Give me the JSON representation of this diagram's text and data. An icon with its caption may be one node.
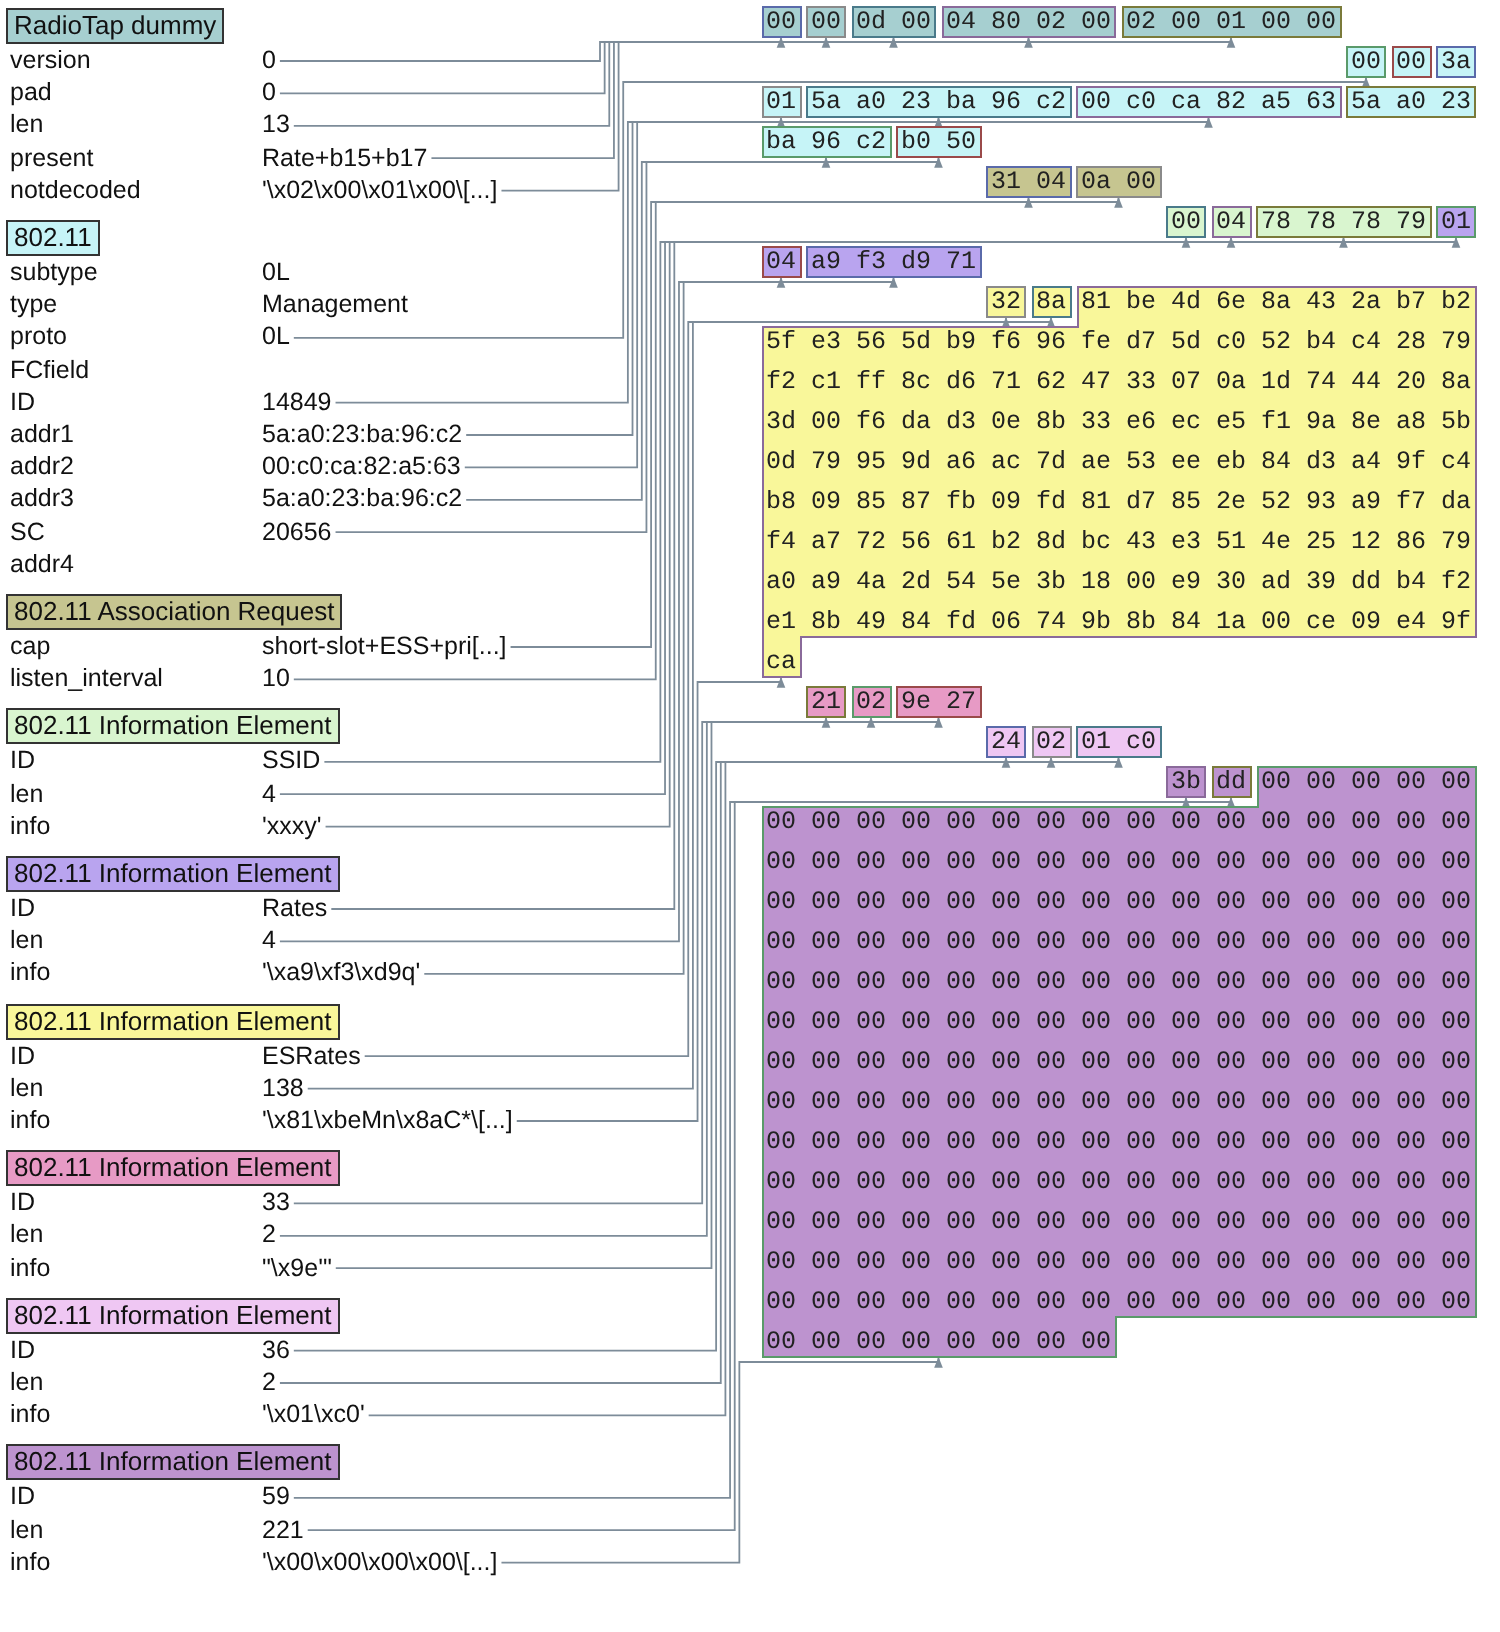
{
  "diagram": {
    "nodes": [
      {
        "text": [
          "RadioTap dummy"
        ]
      },
      {
        "text": [
          "0"
        ]
      },
      {
        "text": [
          "0"
        ]
      },
      {
        "text": [
          "13"
        ]
      },
      {
        "text": [
          "Rate+b15+b17"
        ]
      },
      {
        "text": [
          "'\\x02\\x00\\x01\\x00\\[...]"
        ]
      },
      {
        "text": [
          "802.11"
        ]
      },
      {
        "text": [
          "0L"
        ]
      },
      {
        "text": [
          "14849"
        ]
      },
      {
        "text": [
          "5a:a0:23:ba:96:c2"
        ]
      },
      {
        "text": [
          "00:c0:ca:82:a5:63"
        ]
      },
      {
        "text": [
          "5a:a0:23:ba:96:c2"
        ]
      },
      {
        "text": [
          "20656"
        ]
      },
      {
        "text": [
          "802.11 Association Request"
        ]
      },
      {
        "text": [
          "short-slot+ESS+pri[...]"
        ]
      },
      {
        "text": [
          "10"
        ]
      },
      {
        "text": [
          "802.11 Information Element"
        ]
      },
      {
        "text": [
          "SSID"
        ]
      },
      {
        "text": [
          "4"
        ]
      },
      {
        "text": [
          "'xxxy'"
        ]
      },
      {
        "text": [
          "802.11 Information Element"
        ]
      },
      {
        "text": [
          "Rates"
        ]
      },
      {
        "text": [
          "4"
        ]
      },
      {
        "text": [
          "'\\xa9\\xf3\\xd9q'"
        ]
      },
      {
        "text": [
          "802.11 Information Element"
        ]
      },
      {
        "text": [
          "ESRates"
        ]
      },
      {
        "text": [
          "138"
        ]
      },
      {
        "text": [
          "'\\x81\\xbeMn\\x8aC*\\[...]"
        ]
      },
      {
        "text": [
          "802.11 Information Element"
        ]
      },
      {
        "text": [
          "33"
        ]
      },
      {
        "text": [
          "2"
        ]
      },
      {
        "text": [
          "\"\\x9e'\""
        ]
      },
      {
        "text": [
          "802.11 Information Element"
        ]
      },
      {
        "text": [
          "36"
        ]
      },
      {
        "text": [
          "2"
        ]
      },
      {
        "text": [
          "'\\x01\\xc0'"
        ]
      },
      {
        "text": [
          "802.11 Information Element"
        ]
      },
      {
        "text": [
          "59"
        ]
      },
      {
        "text": [
          "221"
        ]
      },
      {
        "text": [
          "'\\x00\\x00\\x00\\x00\\[...]"
        ]
      },
      {
        "text": [
          "00"
        ]
      },
      {
        "text": [
          "00"
        ]
      },
      {
        "text": [
          "0d 00"
        ]
      },
      {
        "text": [
          "04 80 02 00"
        ]
      },
      {
        "text": [
          "02 00 01 00 00"
        ]
      },
      {
        "text": [
          "00"
        ]
      },
      {
        "text": [
          "00"
        ]
      },
      {
        "text": [
          "3a"
        ]
      },
      {
        "text": [
          "01"
        ]
      },
      {
        "text": [
          "5a a0 23 ba 96 c2"
        ]
      },
      {
        "text": [
          "00 c0 ca 82 a5 63"
        ]
      },
      {
        "text": [
          "5a a0 23"
        ]
      },
      {
        "text": [
          "ba 96 c2"
        ]
      },
      {
        "text": [
          "b0 50"
        ]
      },
      {
        "text": [
          "31 04"
        ]
      },
      {
        "text": [
          "0a 00"
        ]
      },
      {
        "text": [
          "00"
        ]
      },
      {
        "text": [
          "04"
        ]
      },
      {
        "text": [
          "78 78 78 79"
        ]
      },
      {
        "text": [
          "01"
        ]
      },
      {
        "text": [
          "04"
        ]
      },
      {
        "text": [
          "a9 f3 d9 71"
        ]
      },
      {
        "text": [
          "32"
        ]
      },
      {
        "text": [
          "8a"
        ]
      },
      {
        "text": [
          "81 be 4d 6e 8a 43 2a b7 b2 5f e3 56 5d b9 f6 96 fe d7 5d c0 52 b4 c4 28 79 f2 c1 ff 8c d6 71 62 47 33 07 0a 1d 74 44 20 8a 3d 00 f6 da d3 0e 8b 33 e6 ec e5 f1 9a 8e a8 5b 0d 79 95 9d a6 ac 7d ae 53 ee eb 84 d3 a4 9f c4 b8 09 85 87 fb 09 fd 81 d7 85 2e 52 93 a9 f7 da f4 a7 72 56 61 b2 8d bc 43 e3 51 4e 25 12 86 79 a0 a9 4a 2d 54 5e 3b 18 00 e9 30 ad 39 dd b4 f2 e1 8b 49 84 fd 06 74 9b 8b 84 1a 00 ce 09 e4 9f ca"
        ]
      },
      {
        "text": [
          "21"
        ]
      },
      {
        "text": [
          "02"
        ]
      },
      {
        "text": [
          "9e 27"
        ]
      },
      {
        "text": [
          "24"
        ]
      },
      {
        "text": [
          "02"
        ]
      },
      {
        "text": [
          "01 c0"
        ]
      },
      {
        "text": [
          "3b"
        ]
      },
      {
        "text": [
          "dd"
        ]
      },
      {
        "text": [
          "00 00 00 00 00 00 00 00 00 00 00 00 00 00 00 00 00 00 00 00 00 00 00 00 00 00 00 00 00 00 00 00 00 00 00 00 00 00 00 00 00 00 00 00 00 00 00 00 00 00 00 00 00 00 00 00 00 00 00 00 00 00 00 00 00 00 00 00 00 00 00 00 00 00 00 00 00 00 00 00 00 00 00 00 00 00 00 00 00 00 00 00 00 00 00 00 00 00 00 00 00 00 00 00 00 00 00 00 00 00 00 00 00 00 00 00 00 00 00 00 00 00 00 00 00 00 00 00 00 00 00 00 00 00 00 00 00 00 00 00 00 00 00 00 00 00 00 00 00 00 00 00 00 00 00 00 00 00 00 00 00 00 00 00 00 00 00 00 00 00 00 00 00 00 00 00 00 00 00 00 00 00 00 00 00 00 00 00 00 00 00 00 00 00 00 00 00 00 00 00 00 00 00 00 00 00 00 00 00 00 00 00 00 00 00 00 00 00 00 00 00"
        ]
      }
    ],
    "edges": [
      {
        "from": 1,
        "to": 40,
        "arrow": "to"
      },
      {
        "from": 2,
        "to": 41,
        "arrow": "to"
      },
      {
        "from": 3,
        "to": 42,
        "arrow": "to"
      },
      {
        "from": 4,
        "to": 43,
        "arrow": "to"
      },
      {
        "from": 5,
        "to": 44,
        "arrow": "to"
      },
      {
        "from": 7,
        "to": 45,
        "arrow": "to"
      },
      {
        "from": 8,
        "to": 48,
        "arrow": "to"
      },
      {
        "from": 9,
        "to": 49,
        "arrow": "to"
      },
      {
        "from": 10,
        "to": 50,
        "arrow": "to"
      },
      {
        "from": 11,
        "to": 52,
        "arrow": "to"
      },
      {
        "from": 12,
        "to": 53,
        "arrow": "to"
      },
      {
        "from": 14,
        "to": 54,
        "arrow": "to"
      },
      {
        "from": 15,
        "to": 55,
        "arrow": "to"
      },
      {
        "from": 17,
        "to": 56,
        "arrow": "to"
      },
      {
        "from": 18,
        "to": 57,
        "arrow": "to"
      },
      {
        "from": 19,
        "to": 58,
        "arrow": "to"
      },
      {
        "from": 21,
        "to": 59,
        "arrow": "to"
      },
      {
        "from": 22,
        "to": 60,
        "arrow": "to"
      },
      {
        "from": 23,
        "to": 61,
        "arrow": "to"
      },
      {
        "from": 25,
        "to": 62,
        "arrow": "to"
      },
      {
        "from": 26,
        "to": 63,
        "arrow": "to"
      },
      {
        "from": 27,
        "to": 64,
        "arrow": "to"
      },
      {
        "from": 29,
        "to": 65,
        "arrow": "to"
      },
      {
        "from": 30,
        "to": 66,
        "arrow": "to"
      },
      {
        "from": 31,
        "to": 67,
        "arrow": "to"
      },
      {
        "from": 33,
        "to": 68,
        "arrow": "to"
      },
      {
        "from": 34,
        "to": 69,
        "arrow": "to"
      },
      {
        "from": 35,
        "to": 70,
        "arrow": "to"
      },
      {
        "from": 37,
        "to": 71,
        "arrow": "to"
      },
      {
        "from": 38,
        "to": 72,
        "arrow": "to"
      },
      {
        "from": 39,
        "to": 73,
        "arrow": "to"
      }
    ],
    "labels": [
      "version",
      "pad",
      "len",
      "present",
      "notdecoded",
      "subtype",
      "0L",
      "type",
      "Management",
      "proto",
      "FCfield",
      "ID",
      "addr1",
      "addr2",
      "addr3",
      "SC",
      "addr4",
      "cap",
      "listen_interval",
      "ID",
      "len",
      "info",
      "ID",
      "len",
      "info",
      "ID",
      "len",
      "info",
      "ID",
      "len",
      "info",
      "ID",
      "len",
      "info",
      "ID",
      "len",
      "info"
    ]
  }
}
